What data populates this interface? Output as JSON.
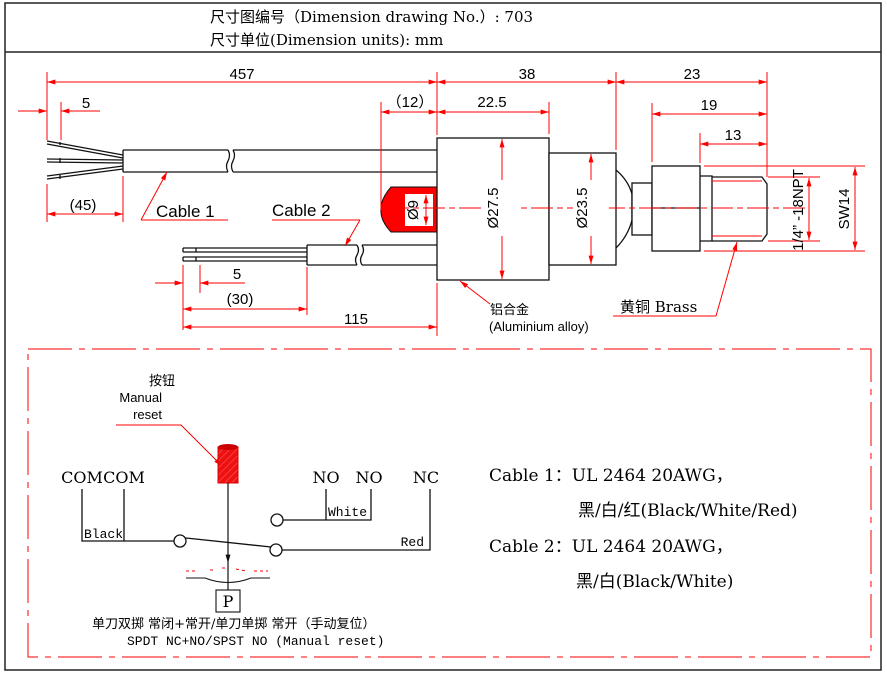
{
  "header": {
    "drawing_no_line": "尺寸图编号（Dimension drawing No.）: 703",
    "units_line": "尺寸单位(Dimension units): mm"
  },
  "colors": {
    "dimension": "#ff0000",
    "outline": "#111111",
    "knob": "#ff0000",
    "frame": "#222222"
  },
  "dimensions": {
    "overall_cable1": "457",
    "strip_5_top": "5",
    "lead_45": "(45)",
    "knob_offset_12": "（12）",
    "body_38": "38",
    "body_22_5": "22.5",
    "fitting_23": "23",
    "fitting_19": "19",
    "thread_13": "13",
    "dia_27_5": "Ø27.5",
    "dia_23_5": "Ø23.5",
    "dia_9": "Ø9",
    "thread_spec": "1/4” -18NPT",
    "hex_sw14": "SW14",
    "strip_5_bottom": "5",
    "lead_30": "(30)",
    "overall_cable2": "115"
  },
  "labels": {
    "cable1": "Cable 1",
    "cable2": "Cable 2",
    "alu_cn": "铝合金",
    "alu_en": "(Aluminium alloy)",
    "brass": "黄铜 Brass"
  },
  "schematic": {
    "button_cn": "按钮",
    "button_en_1": "Manual",
    "button_en_2": "reset",
    "terminals": [
      "COM",
      "COM",
      "NO",
      "NO",
      "NC"
    ],
    "wire_black": "Black",
    "wire_white": "White",
    "wire_red": "Red",
    "pressure_symbol": "P",
    "caption_cn": "单刀双掷 常闭+常开/单刀单掷 常开（手动复位）",
    "caption_en": "SPDT NC+NO/SPST NO (Manual reset)"
  },
  "cable_specs": [
    {
      "title": "Cable 1：UL 2464 20AWG，",
      "colors": "黑/白/红(Black/White/Red)"
    },
    {
      "title": "Cable 2：UL 2464 20AWG，",
      "colors": "黑/白(Black/White)"
    }
  ]
}
